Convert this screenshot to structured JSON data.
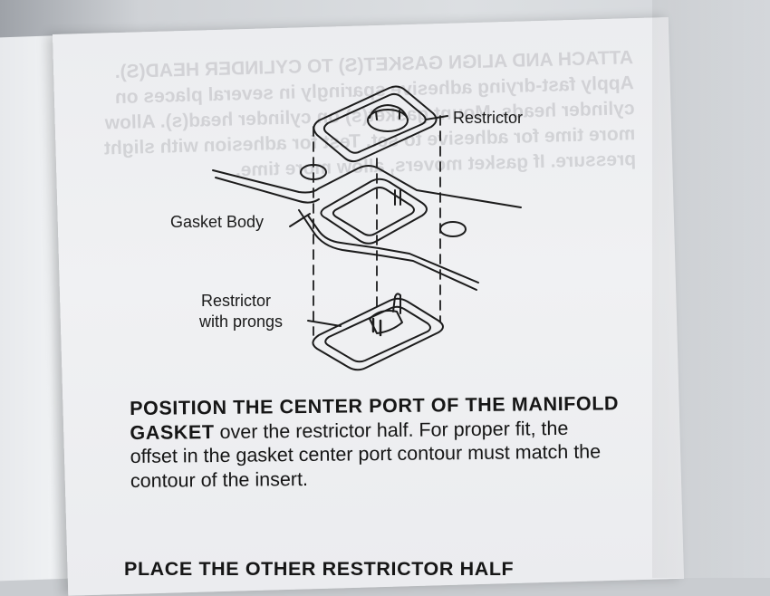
{
  "labels": {
    "restrictor_top": "Restrictor",
    "gasket_body": "Gasket Body",
    "restrictor_prongs_line1": "Restrictor",
    "restrictor_prongs_line2": "with prongs"
  },
  "paragraph": {
    "bold_lead": "POSITION THE CENTER PORT OF THE MANIFOLD GASKET",
    "rest": " over the restrictor half. For proper fit, the offset in the gasket center port contour must match the contour of the insert."
  },
  "next_heading": "PLACE THE OTHER RESTRICTOR HALF",
  "bleed_through": "ATTACH AND ALIGN GASKET(S) TO CYLINDER HEAD(S). Apply fast-drying adhesive sparingly in several places on cylinder heads. Mount gasket(s) on cylinder head(s). Allow more time for adhesive to set. Test for adhesion with slight pressure. If gasket movers, allow more time."
}
